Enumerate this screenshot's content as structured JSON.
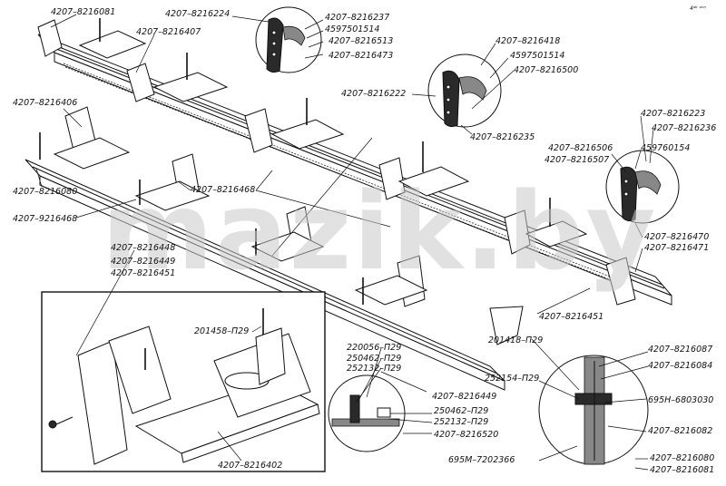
{
  "watermark": "mazik.by",
  "corner_mark": "4ᵃᵇ ᵒⁿⁿ",
  "labels": {
    "l01": "4207–8216081",
    "l02": "4207–8216224",
    "l03": "4207–8216237",
    "l04": "4597501514",
    "l05": "4207–8216513",
    "l06": "4207–8216473",
    "l07": "4207–8216407",
    "l08": "4207–8216418",
    "l09": "4597501514",
    "l10": "4207–8216500",
    "l11": "4207–8216222",
    "l12": "4207–8216235",
    "l13": "4207–8216406",
    "l14": "4207–8216223",
    "l15": "4207–8216236",
    "l16": "4207–8216506",
    "l17": "4207–8216507",
    "l18": "459760154",
    "l19": "4207–8216080",
    "l20": "4207–8216468",
    "l21": "4207–9216468",
    "l22": "4207–8216470",
    "l23": "4207–8216471",
    "l24": "4207–8216448",
    "l25": "4207–8216449",
    "l26": "4207–8216451",
    "l27": "201458–П29",
    "l28": "4207–8216451",
    "l29": "220056–П29",
    "l30": "250462–П29",
    "l31": "252132–П29",
    "l32": "201418–П29",
    "l33": "4207–8216087",
    "l34": "252154–П29",
    "l35": "4207–8216084",
    "l36": "4207–8216449",
    "l37": "250462–П29",
    "l38": "252132–П29",
    "l39": "695Н–6803030",
    "l40": "4207–8216520",
    "l41": "4207–8216082",
    "l42": "4207–8216402",
    "l43": "695М–7202366",
    "l44": "4207–8216080",
    "l45": "4207–8216081"
  }
}
